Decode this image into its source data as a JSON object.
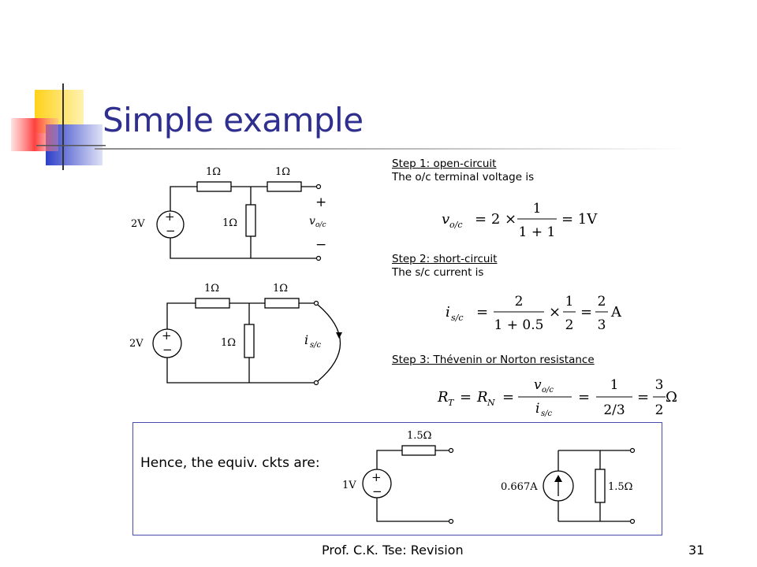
{
  "slide": {
    "title": "Simple example",
    "step1_heading": "Step 1: open-circuit",
    "step1_text": "The o/c terminal voltage is",
    "step2_heading": "Step 2: short-circuit",
    "step2_text": "The s/c current is",
    "step3_heading": "Step 3: Thévenin or Norton resistance",
    "conclusion": "Hence, the equiv. ckts are:",
    "footer": "Prof. C.K. Tse: Revision",
    "page_number": "31"
  },
  "equations": {
    "voc": {
      "lhs": "v",
      "lhs_sub": "o/c",
      "factor": "2 ×",
      "num": "1",
      "den": "1 + 1",
      "result": "= 1V"
    },
    "isc": {
      "lhs": "i",
      "lhs_sub": "s/c",
      "num1": "2",
      "den1": "1 + 0.5",
      "times": "×",
      "num2": "1",
      "den2": "2",
      "num3": "2",
      "den3": "3",
      "unit": "A"
    },
    "rt": {
      "lhs": "R",
      "lhs_sub": "T",
      "mid": "R",
      "mid_sub": "N",
      "num1": "v",
      "num1_sub": "o/c",
      "den1": "i",
      "den1_sub": "s/c",
      "num2": "1",
      "den2": "2/3",
      "num3": "3",
      "den3": "2",
      "unit": "Ω"
    }
  },
  "circuit_open": {
    "r_left": "1Ω",
    "r_right": "1Ω",
    "r_shunt": "1Ω",
    "source": "2V",
    "plus": "+",
    "minus": "−",
    "v_label": "v",
    "v_sub": "o/c",
    "term_plus": "+",
    "term_minus": "−"
  },
  "circuit_short": {
    "r_left": "1Ω",
    "r_right": "1Ω",
    "r_shunt": "1Ω",
    "source": "2V",
    "plus": "+",
    "minus": "−",
    "i_label": "i",
    "i_sub": "s/c"
  },
  "thevenin": {
    "resistor": "1.5Ω",
    "source": "1V",
    "plus": "+",
    "minus": "−"
  },
  "norton": {
    "source": "0.667A",
    "resistor": "1.5Ω"
  },
  "colors": {
    "title": "#2f2f8f",
    "box_border": "#4a4ab0",
    "deco_yellow": "#ffd21a",
    "deco_blue": "#2e3fc8",
    "deco_red": "#ff5a5a"
  }
}
